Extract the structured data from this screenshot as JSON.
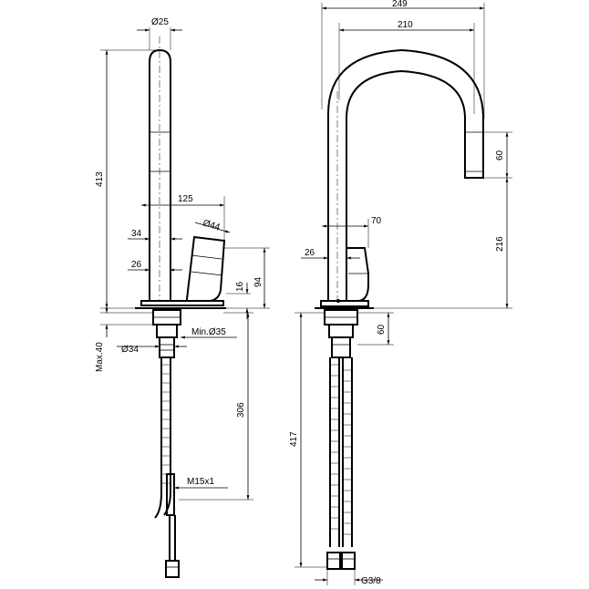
{
  "left_view": {
    "dim_diameter_25": "Ø25",
    "dim_height_413": "413",
    "dim_reach_125": "125",
    "dim_handle_diameter_44": "Ø44",
    "dim_34": "34",
    "dim_26": "26",
    "dim_94": "94",
    "dim_16": "16",
    "dim_max_40": "Max.40",
    "dim_min_hole_35": "Min.Ø35",
    "dim_shank_diameter_34": "Ø34",
    "dim_306": "306",
    "dim_thread_m15x1": "M15x1"
  },
  "right_view": {
    "dim_249": "249",
    "dim_210": "210",
    "dim_60_outlet": "60",
    "dim_216": "216",
    "dim_70": "70",
    "dim_26": "26",
    "dim_60_below": "60",
    "dim_417": "417",
    "dim_thread_g38": "G3/8"
  }
}
